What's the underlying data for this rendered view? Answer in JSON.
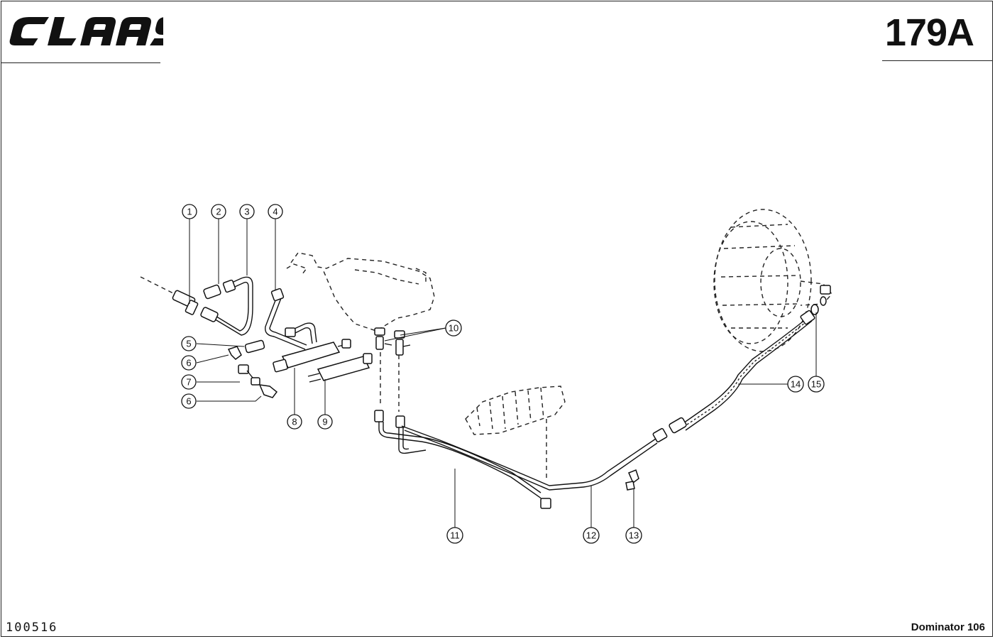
{
  "header": {
    "brand": "CLAAS",
    "page_number": "179A"
  },
  "footer": {
    "doc_code": "100516",
    "model": "Dominator 106"
  },
  "callouts": [
    "1",
    "2",
    "3",
    "4",
    "5",
    "6",
    "7",
    "6",
    "8",
    "9",
    "10",
    "11",
    "12",
    "13",
    "14",
    "15"
  ]
}
